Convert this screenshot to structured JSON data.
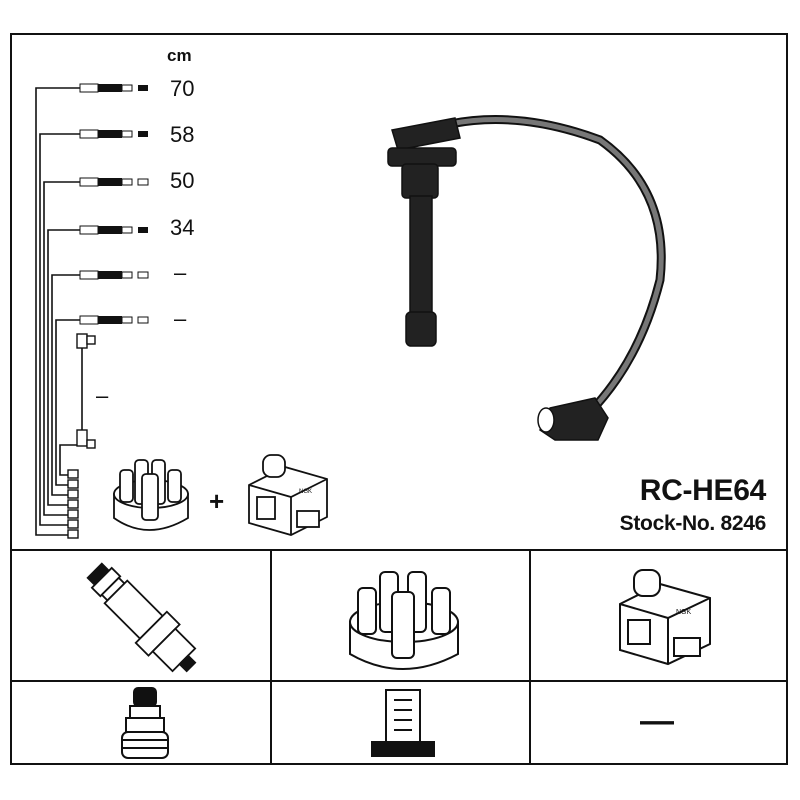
{
  "product": {
    "code": "RC-HE64",
    "stock_number": "Stock-No. 8246"
  },
  "lengths": {
    "unit": "cm",
    "values": [
      "70",
      "58",
      "50",
      "34",
      "–",
      "–",
      "–"
    ]
  },
  "symbols": {
    "plus": "+",
    "not_applicable": "—"
  }
}
